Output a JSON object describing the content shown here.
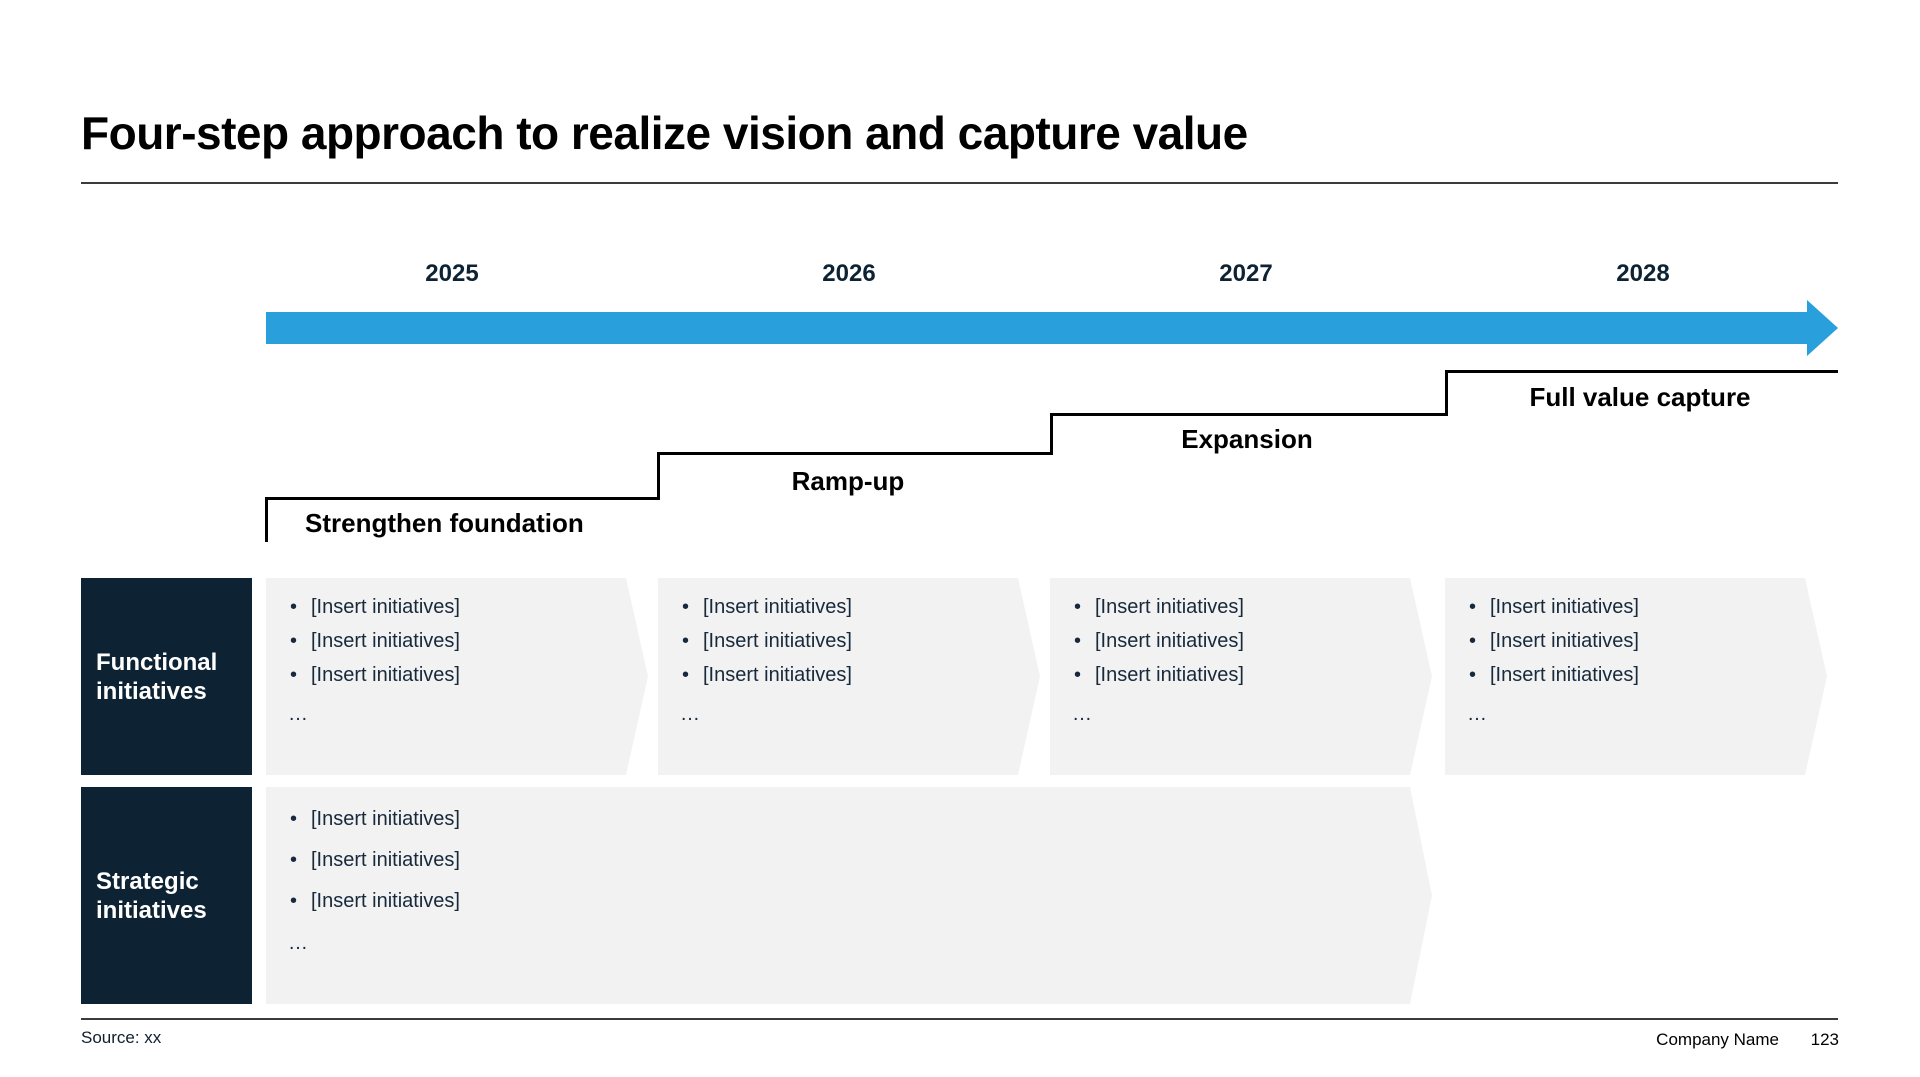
{
  "title": "Four-step approach to realize vision and capture value",
  "timeline": {
    "years": [
      "2025",
      "2026",
      "2027",
      "2028"
    ]
  },
  "steps": [
    {
      "label": "Strengthen foundation"
    },
    {
      "label": "Ramp-up"
    },
    {
      "label": "Expansion"
    },
    {
      "label": "Full value capture"
    }
  ],
  "rows": {
    "functional": {
      "label": "Functional initiatives",
      "boxes": [
        {
          "bullets": [
            "[Insert initiatives]",
            "[Insert initiatives]",
            "[Insert initiatives]"
          ],
          "more": "…"
        },
        {
          "bullets": [
            "[Insert initiatives]",
            "[Insert initiatives]",
            "[Insert initiatives]"
          ],
          "more": "…"
        },
        {
          "bullets": [
            "[Insert initiatives]",
            "[Insert initiatives]",
            "[Insert initiatives]"
          ],
          "more": "…"
        },
        {
          "bullets": [
            "[Insert initiatives]",
            "[Insert initiatives]",
            "[Insert initiatives]"
          ],
          "more": "…"
        }
      ]
    },
    "strategic": {
      "label": "Strategic initiatives",
      "bullets": [
        "[Insert initiatives]",
        "[Insert initiatives]",
        "[Insert initiatives]"
      ],
      "more": "…"
    }
  },
  "footer": {
    "source": "Source: xx",
    "company": "Company Name",
    "page": "123"
  },
  "colors": {
    "accent_blue": "#29a0db",
    "navy": "#0d2333",
    "box_gray": "#f2f2f2"
  }
}
